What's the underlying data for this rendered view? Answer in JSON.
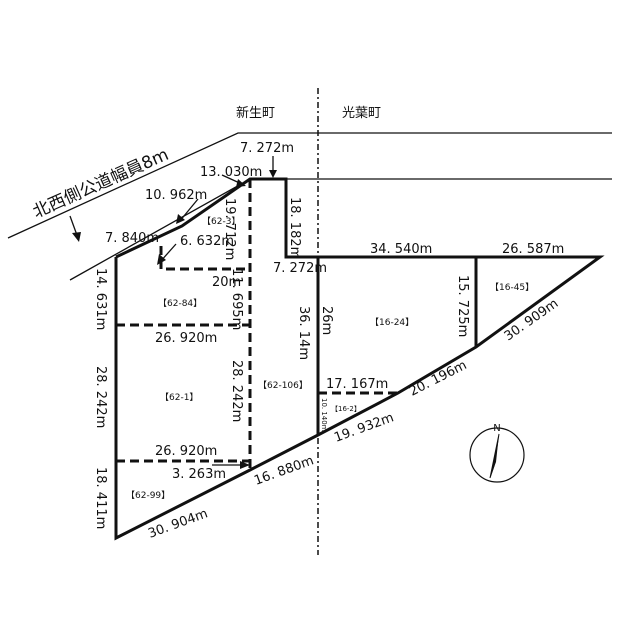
{
  "towns": {
    "west": "新生町",
    "east": "光葉町"
  },
  "road_label": "北西側公道幅員8m",
  "dimensions": {
    "top_7272": "7. 272m",
    "top_13030": "13. 030m",
    "d_10962": "10. 962m",
    "d_7840": "7. 840m",
    "d_6632": "6. 632m",
    "d_19712": "19. 712m",
    "d_18182": "18. 182m",
    "d_20": "20m",
    "d_7272_mid": "7. 272m",
    "d_34540": "34. 540m",
    "d_26587": "26. 587m",
    "d_14631": "14. 631m",
    "d_11695": "11. 695m",
    "d_26": "26m",
    "d_36140": "36. 14m",
    "d_15725": "15. 725m",
    "d_30909": "30. 909m",
    "d_26920_a": "26. 920m",
    "d_28242_left": "28. 242m",
    "d_28242_mid": "28. 242m",
    "d_17167": "17. 167m",
    "d_10140": "10. 140m",
    "d_20196": "20. 196m",
    "d_19932": "19. 932m",
    "d_26920_b": "26. 920m",
    "d_3263": "3. 263m",
    "d_16880": "16. 880m",
    "d_18411": "18. 411m",
    "d_30904": "30. 904m"
  },
  "lots": {
    "l62_3": "【62-3】",
    "l62_84": "【62-84】",
    "l62_1": "【62-1】",
    "l62_99": "【62-99】",
    "l62_106": "【62-106】",
    "l16_24": "【16-24】",
    "l16_45": "【16-45】",
    "l16_2": "【16-2】"
  },
  "compass": {
    "north": "N"
  }
}
